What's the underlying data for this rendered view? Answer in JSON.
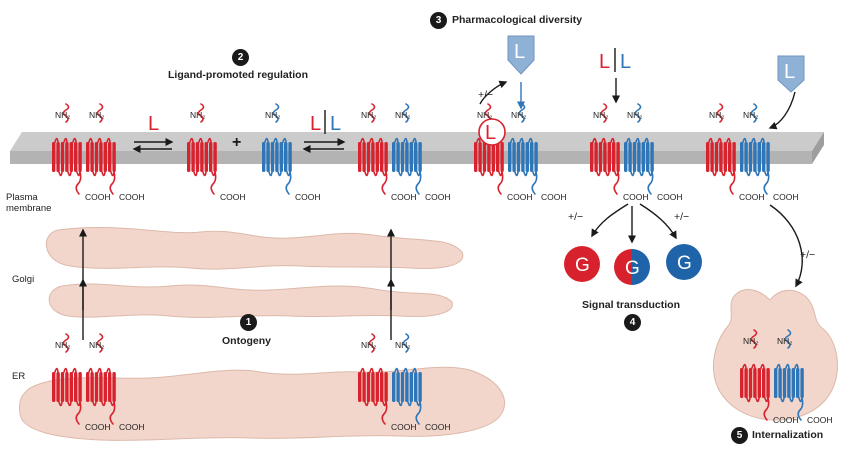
{
  "labels": {
    "plasma_membrane": "Plasma\nmembrane",
    "golgi": "Golgi",
    "er": "ER"
  },
  "steps": [
    {
      "number": "1",
      "title": "Ontogeny"
    },
    {
      "number": "2",
      "title": "Ligand-promoted regulation"
    },
    {
      "number": "3",
      "title": "Pharmacological diversity"
    },
    {
      "number": "4",
      "title": "Signal transduction"
    },
    {
      "number": "5",
      "title": "Internalization"
    }
  ],
  "terminals": {
    "nh2": "NH₂",
    "cooh": "COOH"
  },
  "ligand_symbol": "L",
  "ligand_pair_divider": "|",
  "plus_sign": "+",
  "modulation": "+/−",
  "g_protein_symbol": "G",
  "colors": {
    "receptor_red": "#d8232e",
    "receptor_blue": "#2e76b8",
    "membrane": "#c7c7c7",
    "organelle": "#f2d6cb",
    "organelle_edge": "#d9b3a4",
    "g_red": "#d7222d",
    "g_blue": "#1f64a8",
    "bitopic_ligand": "#8fb1d6"
  }
}
